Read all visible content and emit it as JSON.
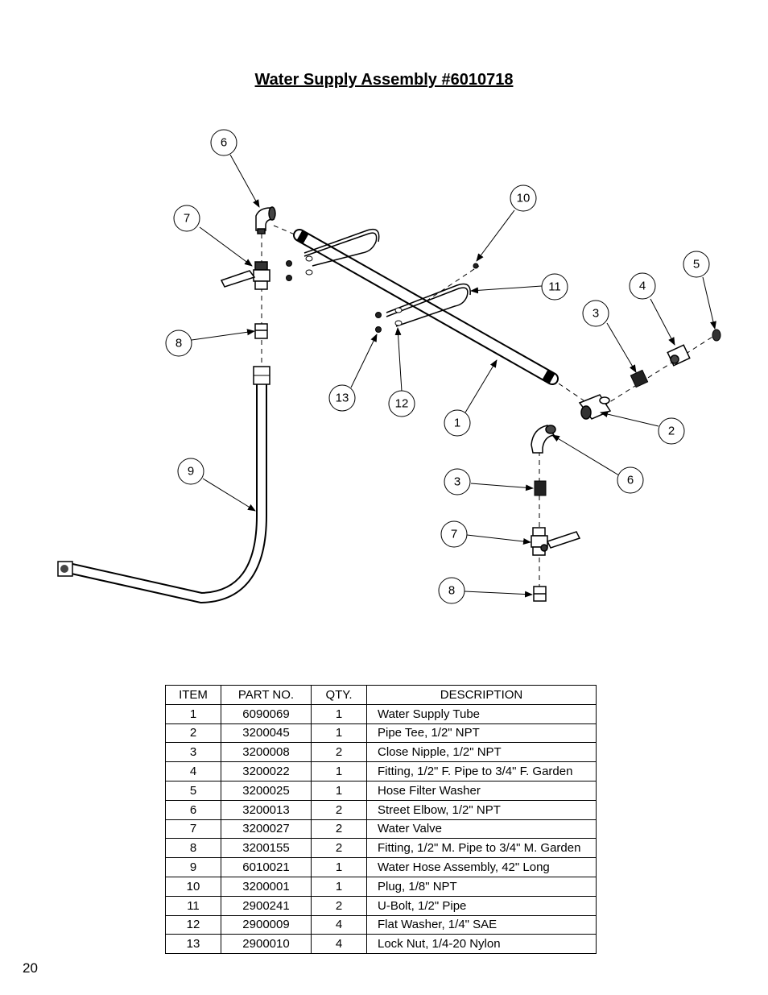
{
  "title": "Water Supply Assembly #6010718",
  "page_number": "20",
  "callouts": {
    "c1": "1",
    "c2": "2",
    "c3a": "3",
    "c3b": "3",
    "c4": "4",
    "c5": "5",
    "c6a": "6",
    "c6b": "6",
    "c7a": "7",
    "c7b": "7",
    "c8a": "8",
    "c8b": "8",
    "c9": "9",
    "c10": "10",
    "c11": "11",
    "c12": "12",
    "c13": "13"
  },
  "table": {
    "headers": {
      "item": "ITEM",
      "part": "PART NO.",
      "qty": "QTY.",
      "desc": "DESCRIPTION"
    },
    "rows": [
      {
        "item": "1",
        "part": "6090069",
        "qty": "1",
        "desc": "Water Supply Tube"
      },
      {
        "item": "2",
        "part": "3200045",
        "qty": "1",
        "desc": "Pipe Tee, 1/2\" NPT"
      },
      {
        "item": "3",
        "part": "3200008",
        "qty": "2",
        "desc": "Close Nipple, 1/2\" NPT"
      },
      {
        "item": "4",
        "part": "3200022",
        "qty": "1",
        "desc": "Fitting, 1/2\" F. Pipe to 3/4\" F. Garden"
      },
      {
        "item": "5",
        "part": "3200025",
        "qty": "1",
        "desc": "Hose Filter Washer"
      },
      {
        "item": "6",
        "part": "3200013",
        "qty": "2",
        "desc": "Street Elbow, 1/2\" NPT"
      },
      {
        "item": "7",
        "part": "3200027",
        "qty": "2",
        "desc": "Water Valve"
      },
      {
        "item": "8",
        "part": "3200155",
        "qty": "2",
        "desc": "Fitting, 1/2\" M. Pipe to 3/4\" M. Garden"
      },
      {
        "item": "9",
        "part": "6010021",
        "qty": "1",
        "desc": "Water Hose Assembly, 42\" Long"
      },
      {
        "item": "10",
        "part": "3200001",
        "qty": "1",
        "desc": "Plug, 1/8\" NPT"
      },
      {
        "item": "11",
        "part": "2900241",
        "qty": "2",
        "desc": "U-Bolt, 1/2\" Pipe"
      },
      {
        "item": "12",
        "part": "2900009",
        "qty": "4",
        "desc": "Flat Washer, 1/4\" SAE"
      },
      {
        "item": "13",
        "part": "2900010",
        "qty": "4",
        "desc": "Lock Nut, 1/4-20 Nylon"
      }
    ]
  }
}
